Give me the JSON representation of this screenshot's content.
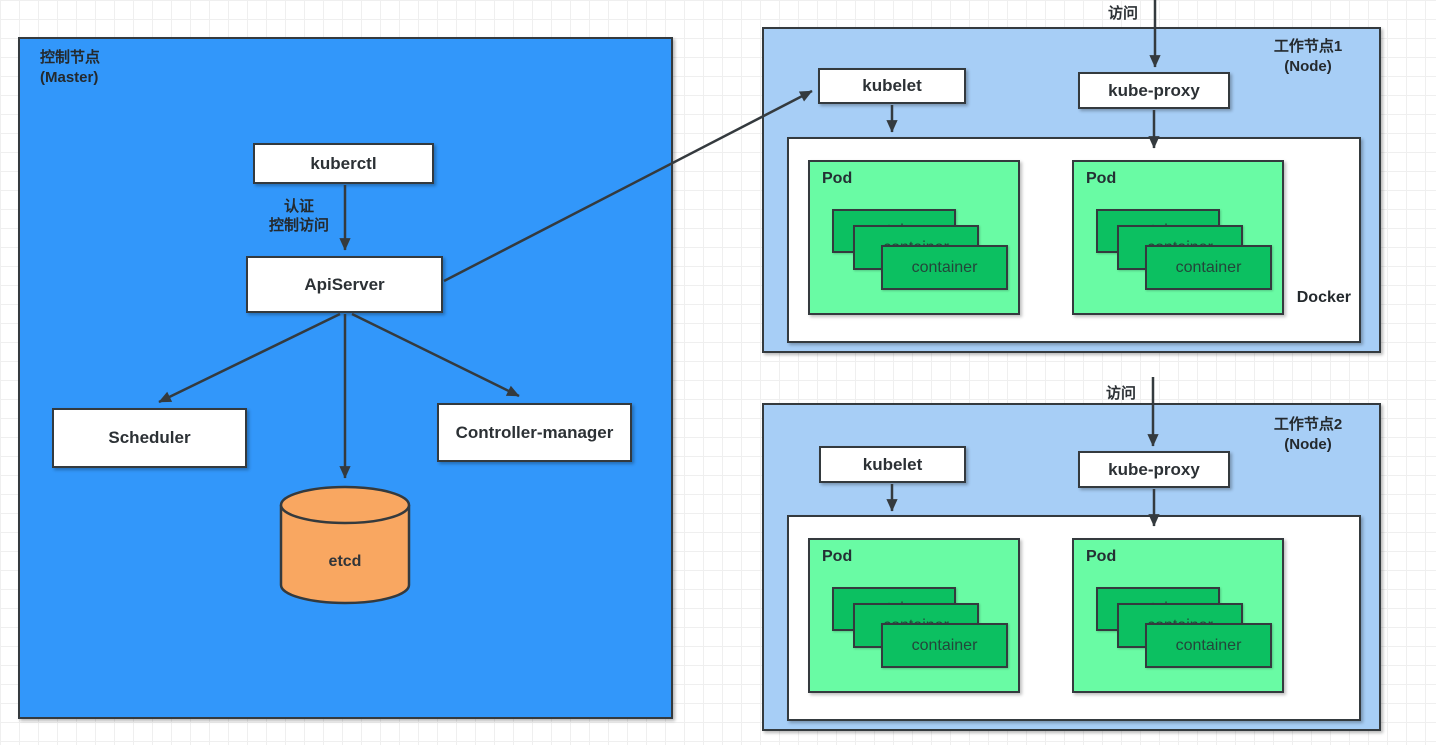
{
  "colors": {
    "master_fill": "#3297fa",
    "node_fill": "#a7cef6",
    "pod_fill": "#69fba4",
    "container_fill": "#0cc061",
    "etcd_fill": "#f9a761",
    "stroke": "#343a3e"
  },
  "master": {
    "title_line1": "控制节点",
    "title_line2": "(Master)",
    "kuberctl_label": "kuberctl",
    "auth_line1": "认证",
    "auth_line2": "控制访问",
    "apiserver_label": "ApiServer",
    "scheduler_label": "Scheduler",
    "controller_manager_label": "Controller-manager",
    "etcd_label": "etcd"
  },
  "node1": {
    "title_line1": "工作节点1",
    "title_line2": "(Node)",
    "visit_label": "访问",
    "kubelet_label": "kubelet",
    "kube_proxy_label": "kube-proxy",
    "docker_label": "Docker",
    "pods": [
      {
        "label": "Pod",
        "containers": [
          "container",
          "container",
          "container"
        ]
      },
      {
        "label": "Pod",
        "containers": [
          "container",
          "container",
          "container"
        ]
      }
    ]
  },
  "node2": {
    "title_line1": "工作节点2",
    "title_line2": "(Node)",
    "visit_label": "访问",
    "kubelet_label": "kubelet",
    "kube_proxy_label": "kube-proxy",
    "pods": [
      {
        "label": "Pod",
        "containers": [
          "container",
          "container",
          "container"
        ]
      },
      {
        "label": "Pod",
        "containers": [
          "container",
          "container",
          "container"
        ]
      }
    ]
  }
}
